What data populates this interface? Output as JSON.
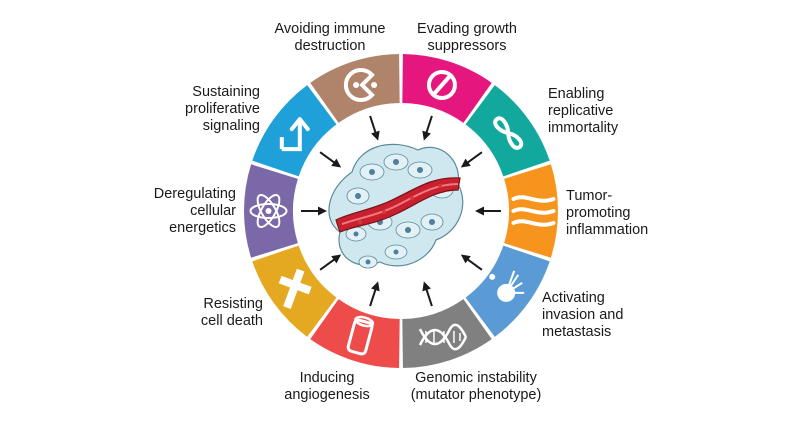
{
  "diagram": {
    "hallmarks": [
      {
        "label": "Evading growth\nsuppressors",
        "color": "#e6167f",
        "icon": "prohibition-icon"
      },
      {
        "label": "Enabling\nreplicative\nimmortality",
        "color": "#13a89e",
        "icon": "infinity-icon"
      },
      {
        "label": "Tumor-\npromoting\ninflammation",
        "color": "#f7941d",
        "icon": "flames-icon"
      },
      {
        "label": "Activating\ninvasion and\nmetastasis",
        "color": "#5b9bd5",
        "icon": "metastasis-cell-icon"
      },
      {
        "label": "Genomic instability\n(mutator phenotype)",
        "color": "#808080",
        "icon": "dna-helix-icon"
      },
      {
        "label": "Inducing\nangiogenesis",
        "color": "#ee4b4b",
        "icon": "blood-vessel-icon"
      },
      {
        "label": "Resisting\ncell death",
        "color": "#e5a921",
        "icon": "cross-icon"
      },
      {
        "label": "Deregulating\ncellular\nenergetics",
        "color": "#7b68a8",
        "icon": "atom-icon"
      },
      {
        "label": "Sustaining\nproliferative\nsignaling",
        "color": "#1fa0d9",
        "icon": "signal-arrow-icon"
      },
      {
        "label": "Avoiding immune\ndestruction",
        "color": "#b0846a",
        "icon": "pacman-cell-icon"
      }
    ]
  }
}
